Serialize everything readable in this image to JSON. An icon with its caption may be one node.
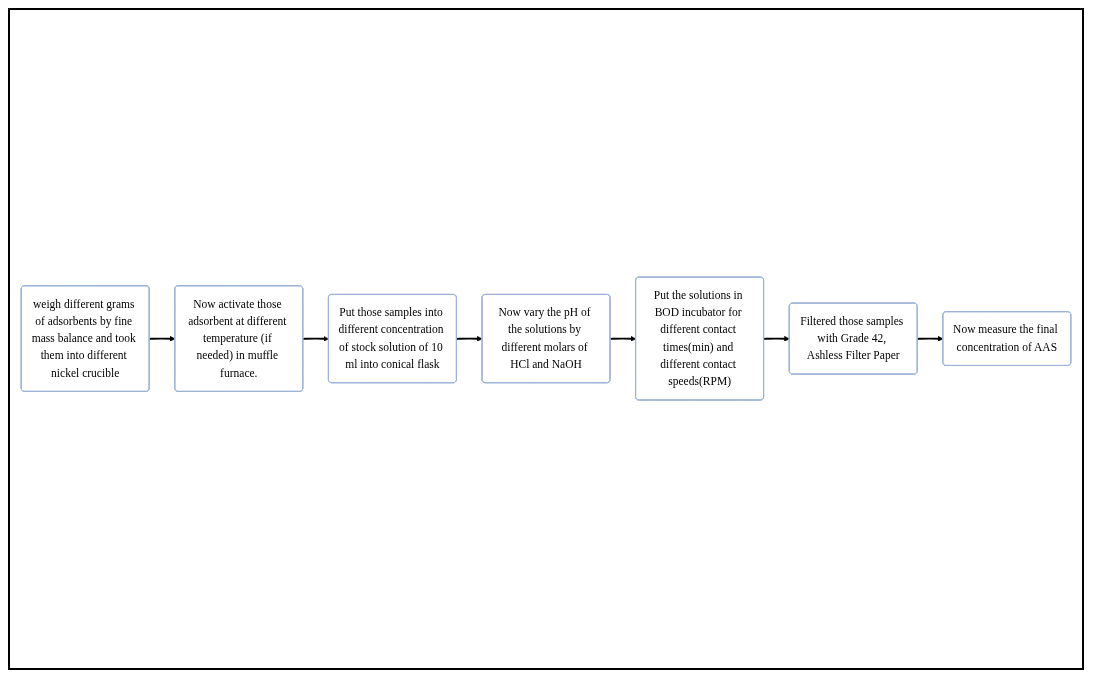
{
  "diagram": {
    "nodes": [
      {
        "text": [
          "weigh different grams of adsorbents by fine mass balance and took them into different nickel crucible"
        ]
      },
      {
        "text": [
          "Now activate those adsorbent at different temperature (if needed) in muffle furnace."
        ]
      },
      {
        "text": [
          "Put those samples into different concentration of stock solution of 10 ml into conical flask"
        ]
      },
      {
        "text": [
          "Now vary the pH of the solutions by different molars of HCl and NaOH"
        ]
      },
      {
        "text": [
          "Put the solutions in BOD incubator for different contact times(min) and different contact speeds(RPM)"
        ]
      },
      {
        "text": [
          "Filtered those samples with Grade 42, Ashless Filter Paper"
        ]
      },
      {
        "text": [
          "Now measure the final concentration of AAS"
        ]
      }
    ],
    "edges": [
      {
        "from": 0,
        "to": 1,
        "arrow": "to"
      },
      {
        "from": 1,
        "to": 2,
        "arrow": "to"
      },
      {
        "from": 2,
        "to": 3,
        "arrow": "to"
      },
      {
        "from": 3,
        "to": 4,
        "arrow": "to"
      },
      {
        "from": 4,
        "to": 5,
        "arrow": "to"
      },
      {
        "from": 5,
        "to": 6,
        "arrow": "to"
      }
    ]
  }
}
